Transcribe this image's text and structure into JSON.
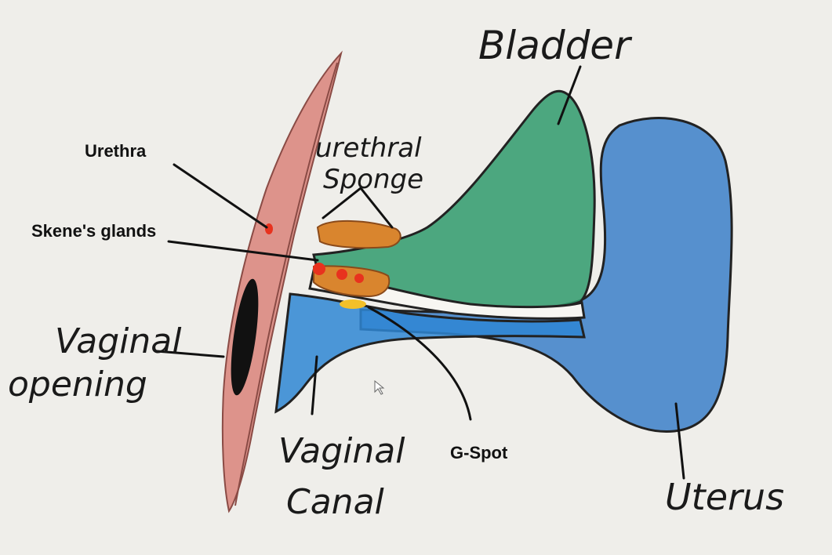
{
  "labels": {
    "bladder": "Bladder",
    "urethral_sponge_line1": "urethral",
    "urethral_sponge_line2": "Sponge",
    "urethra": "Urethra",
    "skenes_glands": "Skene's glands",
    "vaginal_opening_line1": "Vaginal",
    "vaginal_opening_line2": "opening",
    "vaginal_canal_line1": "Vaginal",
    "vaginal_canal_line2": "Canal",
    "g_spot": "G-Spot",
    "uterus": "Uterus"
  },
  "colors": {
    "background": "#efeeea",
    "bladder": "#2f9a6c",
    "uterus": "#3b7fc9",
    "vaginal_canal": "#2e86d4",
    "labia": "#d9827a",
    "urethral_sponge": "#d9852e",
    "skenes_glands": "#e8321e",
    "g_spot": "#f2c02a",
    "urethra_marker": "#e8321e"
  }
}
